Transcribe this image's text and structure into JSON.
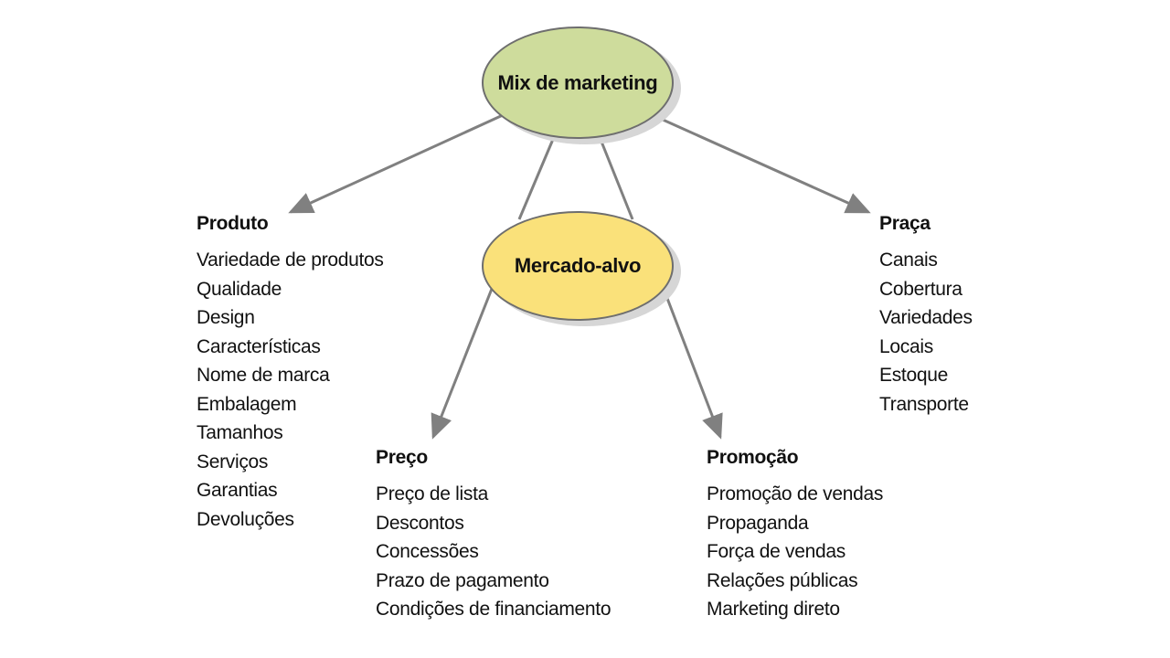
{
  "colors": {
    "mix_fill": "#cedc9c",
    "target_fill": "#fae17a",
    "arrow": "#808080",
    "outline": "#6e6e6e",
    "shadow": "#d6d6d6"
  },
  "center": {
    "mix_label": "Mix de marketing",
    "target_label": "Mercado-alvo"
  },
  "groups": {
    "produto": {
      "title": "Produto",
      "items": [
        "Variedade de produtos",
        "Qualidade",
        "Design",
        "Características",
        "Nome de marca",
        "Embalagem",
        "Tamanhos",
        "Serviços",
        "Garantias",
        "Devoluções"
      ]
    },
    "praca": {
      "title": "Praça",
      "items": [
        "Canais",
        "Cobertura",
        "Variedades",
        "Locais",
        "Estoque",
        "Transporte"
      ]
    },
    "preco": {
      "title": "Preço",
      "items": [
        "Preço de lista",
        "Descontos",
        "Concessões",
        "Prazo de pagamento",
        "Condições de financiamento"
      ]
    },
    "promocao": {
      "title": "Promoção",
      "items": [
        "Promoção de vendas",
        "Propaganda",
        "Força de vendas",
        "Relações públicas",
        "Marketing direto"
      ]
    }
  }
}
